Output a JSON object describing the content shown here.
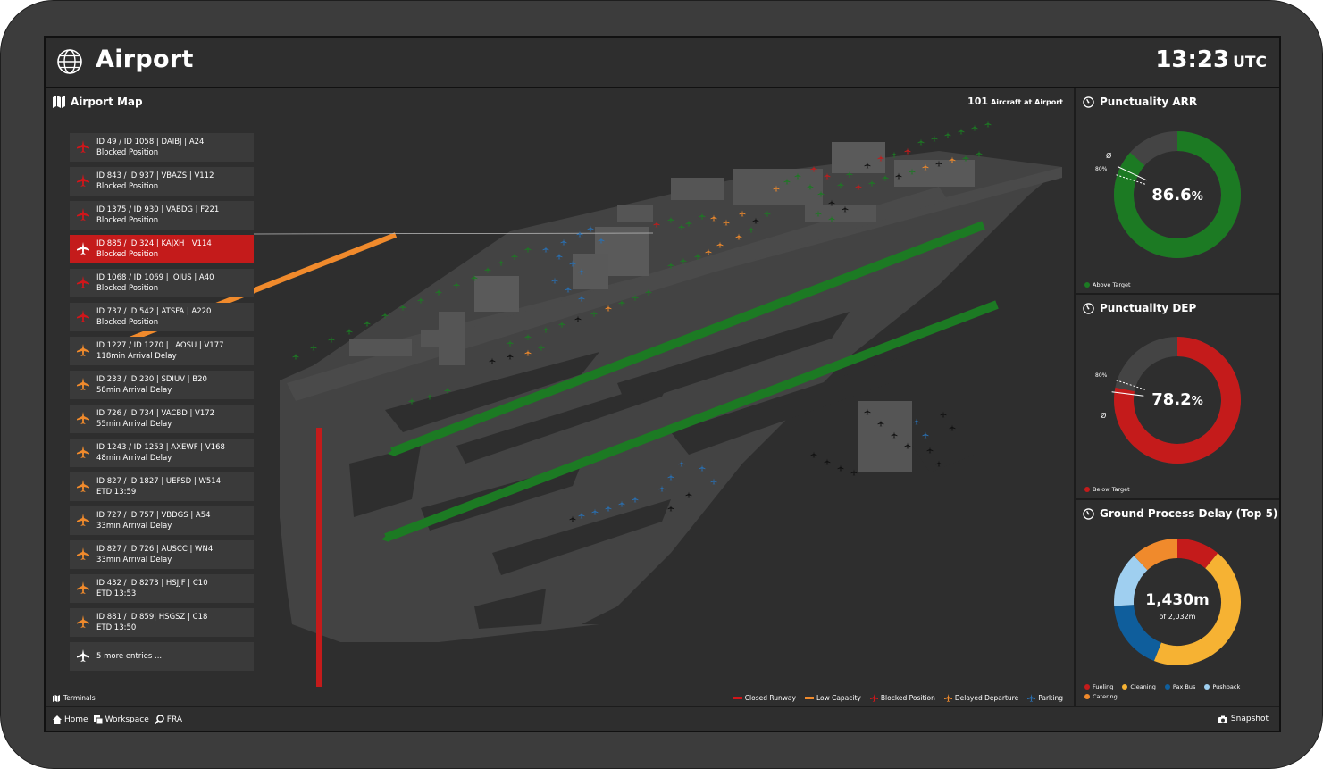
{
  "app": {
    "title": "Airport",
    "clock": "13:23",
    "timezone": "UTC"
  },
  "map": {
    "title": "Airport Map",
    "aircraft_count": "101",
    "aircraft_count_label": "Aircraft at Airport",
    "terminals_label": "Terminals",
    "legend": [
      {
        "label": "Closed Runway",
        "color": "#d0161a",
        "kind": "bar"
      },
      {
        "label": "Low Capacity",
        "color": "#f08a2c",
        "kind": "bar"
      },
      {
        "label": "Blocked Position",
        "color": "#d0161a",
        "kind": "plane"
      },
      {
        "label": "Delayed Departure",
        "color": "#f08a2c",
        "kind": "plane"
      },
      {
        "label": "Parking",
        "color": "#2a6fb0",
        "kind": "plane"
      }
    ]
  },
  "alerts": [
    {
      "line1": "ID 49 / ID 1058 | DAIBJ | A24",
      "line2": "Blocked Position",
      "color": "#d0161a",
      "selected": false
    },
    {
      "line1": "ID 843 / ID 937 | VBAZS | V112",
      "line2": "Blocked Position",
      "color": "#d0161a",
      "selected": false
    },
    {
      "line1": "ID 1375 / ID 930 | VABDG | F221",
      "line2": "Blocked Position",
      "color": "#d0161a",
      "selected": false
    },
    {
      "line1": "ID 885 / ID 324 | KAJXH | V114",
      "line2": "Blocked Position",
      "color": "#ffffff",
      "selected": true
    },
    {
      "line1": "ID 1068 / ID 1069 | IQIUS | A40",
      "line2": "Blocked Position",
      "color": "#d0161a",
      "selected": false
    },
    {
      "line1": "ID 737 / ID 542 | ATSFA | A220",
      "line2": "Blocked Position",
      "color": "#d0161a",
      "selected": false
    },
    {
      "line1": "ID 1227 / ID 1270 | LAOSU | V177",
      "line2": "118min Arrival Delay",
      "color": "#f08a2c",
      "selected": false
    },
    {
      "line1": "ID 233 / ID 230 | SDIUV | B20",
      "line2": "58min Arrival Delay",
      "color": "#f08a2c",
      "selected": false
    },
    {
      "line1": "ID 726 / ID 734 | VACBD | V172",
      "line2": "55min Arrival Delay",
      "color": "#f08a2c",
      "selected": false
    },
    {
      "line1": "ID 1243 / ID 1253 | AXEWF | V168",
      "line2": "48min Arrival Delay",
      "color": "#f08a2c",
      "selected": false
    },
    {
      "line1": "ID 827 / ID 1827 | UEFSD | W514",
      "line2": "ETD 13:59",
      "color": "#f08a2c",
      "selected": false
    },
    {
      "line1": "ID 727 / ID 757 | VBDGS | A54",
      "line2": "33min Arrival Delay",
      "color": "#f08a2c",
      "selected": false
    },
    {
      "line1": "ID 827 / ID 726 | AUSCC | WN4",
      "line2": "33min Arrival Delay",
      "color": "#f08a2c",
      "selected": false
    },
    {
      "line1": "ID 432 / ID 8273 | HSJJF | C10",
      "line2": "ETD 13:53",
      "color": "#f08a2c",
      "selected": false
    },
    {
      "line1": "ID 881 / ID 859| HSGSZ | C18",
      "line2": "ETD 13:50",
      "color": "#f08a2c",
      "selected": false
    }
  ],
  "more_entries": "5 more entries ...",
  "punctuality_arr": {
    "title": "Punctuality ARR",
    "value": "86.6",
    "unit": "%",
    "fraction": 0.866,
    "target_label": "80%",
    "avg_label": "Ø",
    "color": "#1c7a23",
    "legend": "Above Target"
  },
  "punctuality_dep": {
    "title": "Punctuality DEP",
    "value": "78.2",
    "unit": "%",
    "fraction": 0.782,
    "target_label": "80%",
    "avg_label": "Ø",
    "color": "#c41b1b",
    "legend": "Below Target"
  },
  "ground_delay": {
    "title": "Ground Process Delay (Top 5)",
    "value": "1,430m",
    "sub": "of 2,032m",
    "segments": [
      {
        "label": "Fueling",
        "color": "#c41b1b",
        "fraction": 0.11
      },
      {
        "label": "Cleaning",
        "color": "#f6b233",
        "fraction": 0.45
      },
      {
        "label": "Pax Bus",
        "color": "#0f5e9c",
        "fraction": 0.18
      },
      {
        "label": "Pushback",
        "color": "#9fcff0",
        "fraction": 0.14
      },
      {
        "label": "Catering",
        "color": "#f08a2c",
        "fraction": 0.12
      }
    ]
  },
  "footer": {
    "home": "Home",
    "workspace": "Workspace",
    "search": "FRA",
    "snapshot": "Snapshot"
  },
  "colors": {
    "bg": "#2e2e2e",
    "track": "#444444",
    "runway_green": "#1c7a23"
  }
}
